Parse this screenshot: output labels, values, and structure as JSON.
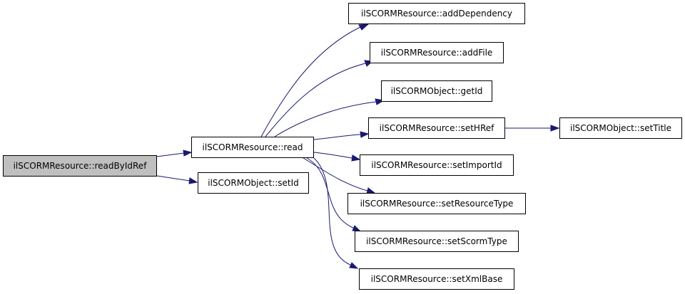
{
  "diagram": {
    "colors": {
      "edge": "#191970",
      "root_fill": "#bfbfbf",
      "node_fill": "#ffffff",
      "border": "#000000"
    },
    "nodes": {
      "readByIdRef": "ilSCORMResource::readByIdRef",
      "read": "ilSCORMResource::read",
      "setId": "ilSCORMObject::setId",
      "addDependency": "ilSCORMResource::addDependency",
      "addFile": "ilSCORMResource::addFile",
      "getId": "ilSCORMObject::getId",
      "setHRef": "ilSCORMResource::setHRef",
      "setTitle": "ilSCORMObject::setTitle",
      "setImportId": "ilSCORMResource::setImportId",
      "setResourceType": "ilSCORMResource::setResourceType",
      "setScormType": "ilSCORMResource::setScormType",
      "setXmlBase": "ilSCORMResource::setXmlBase"
    },
    "edges": [
      [
        "readByIdRef",
        "read"
      ],
      [
        "readByIdRef",
        "setId"
      ],
      [
        "read",
        "addDependency"
      ],
      [
        "read",
        "addFile"
      ],
      [
        "read",
        "getId"
      ],
      [
        "read",
        "setHRef"
      ],
      [
        "read",
        "setImportId"
      ],
      [
        "read",
        "setResourceType"
      ],
      [
        "read",
        "setScormType"
      ],
      [
        "read",
        "setXmlBase"
      ],
      [
        "setHRef",
        "setTitle"
      ]
    ]
  }
}
